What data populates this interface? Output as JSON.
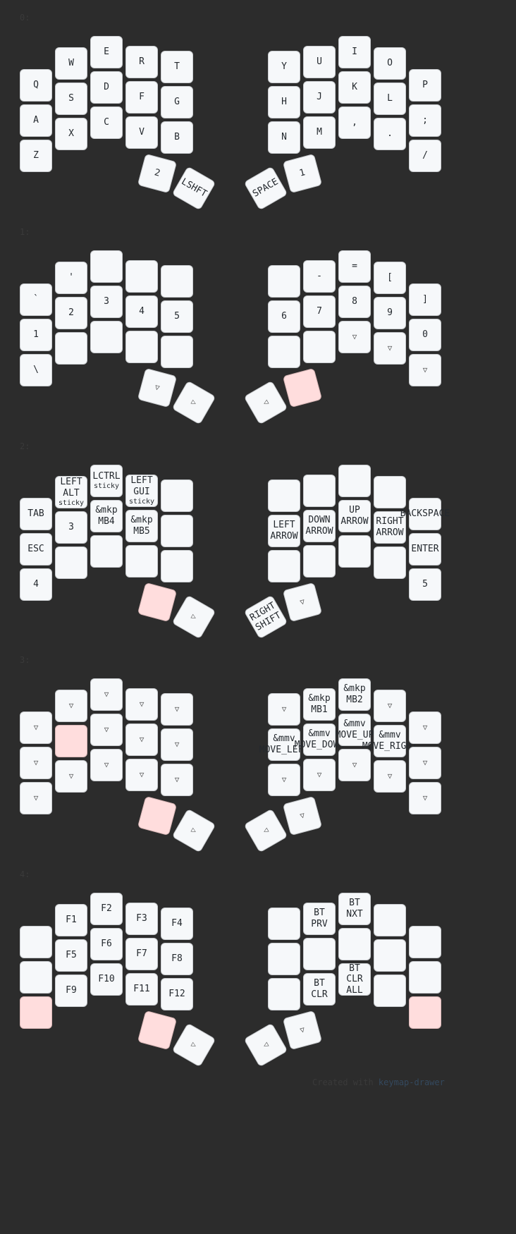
{
  "colors": {
    "background": "#2c2c2c",
    "key_fill": "#f6f8fa",
    "key_border": "#c9cccf",
    "held_fill": "#ffdddd",
    "text": "#24292e",
    "label": "#3a3a3a"
  },
  "layers": [
    {
      "label": "0:",
      "keys": [
        {
          "tap": "W"
        },
        {
          "tap": "E"
        },
        {
          "tap": "R"
        },
        {
          "tap": "T"
        },
        {
          "tap": "Q"
        },
        {
          "tap": "S"
        },
        {
          "tap": "D"
        },
        {
          "tap": "F"
        },
        {
          "tap": "G"
        },
        {
          "tap": "A"
        },
        {
          "tap": "X"
        },
        {
          "tap": "C"
        },
        {
          "tap": "V"
        },
        {
          "tap": "B"
        },
        {
          "tap": "Z"
        },
        {
          "tap": "2"
        },
        {
          "tap": "LSHFT"
        },
        {
          "tap": "Y"
        },
        {
          "tap": "U"
        },
        {
          "tap": "I"
        },
        {
          "tap": "O"
        },
        {
          "tap": "H"
        },
        {
          "tap": "J"
        },
        {
          "tap": "K"
        },
        {
          "tap": "L"
        },
        {
          "tap": "P"
        },
        {
          "tap": "N"
        },
        {
          "tap": "M"
        },
        {
          "tap": ","
        },
        {
          "tap": "."
        },
        {
          "tap": ";"
        },
        {
          "tap": "/"
        },
        {
          "tap": "SPACE"
        },
        {
          "tap": "1"
        }
      ]
    },
    {
      "label": "1:",
      "keys": [
        {
          "tap": "'"
        },
        {
          "tap": ""
        },
        {
          "tap": ""
        },
        {
          "tap": ""
        },
        {
          "tap": "`"
        },
        {
          "tap": "2"
        },
        {
          "tap": "3"
        },
        {
          "tap": "4"
        },
        {
          "tap": "5"
        },
        {
          "tap": "1"
        },
        {
          "tap": ""
        },
        {
          "tap": ""
        },
        {
          "tap": ""
        },
        {
          "tap": ""
        },
        {
          "tap": "\\"
        },
        {
          "tap": "▽",
          "tri": true
        },
        {
          "tap": "▷",
          "tri": true
        },
        {
          "tap": ""
        },
        {
          "tap": "-"
        },
        {
          "tap": "="
        },
        {
          "tap": "["
        },
        {
          "tap": "6"
        },
        {
          "tap": "7"
        },
        {
          "tap": "8"
        },
        {
          "tap": "9"
        },
        {
          "tap": "]"
        },
        {
          "tap": ""
        },
        {
          "tap": ""
        },
        {
          "tap": "▽",
          "tri": true
        },
        {
          "tap": "▽",
          "tri": true
        },
        {
          "tap": "0"
        },
        {
          "tap": "▽",
          "tri": true
        },
        {
          "tap": "◁",
          "tri": true
        },
        {
          "tap": "",
          "held": true
        }
      ]
    },
    {
      "label": "2:",
      "keys": [
        {
          "tap": "LEFT\nALT",
          "hold": "sticky"
        },
        {
          "tap": "LCTRL",
          "hold": "sticky"
        },
        {
          "tap": "LEFT\nGUI",
          "hold": "sticky"
        },
        {
          "tap": ""
        },
        {
          "tap": "TAB"
        },
        {
          "tap": "3"
        },
        {
          "tap": "&mkp\nMB4"
        },
        {
          "tap": "&mkp\nMB5"
        },
        {
          "tap": ""
        },
        {
          "tap": "ESC"
        },
        {
          "tap": ""
        },
        {
          "tap": ""
        },
        {
          "tap": ""
        },
        {
          "tap": ""
        },
        {
          "tap": "4"
        },
        {
          "tap": "",
          "held": true
        },
        {
          "tap": "▷",
          "tri": true
        },
        {
          "tap": ""
        },
        {
          "tap": ""
        },
        {
          "tap": ""
        },
        {
          "tap": ""
        },
        {
          "tap": "LEFT\nARROW"
        },
        {
          "tap": "DOWN\nARROW"
        },
        {
          "tap": "UP\nARROW"
        },
        {
          "tap": "RIGHT\nARROW"
        },
        {
          "tap": "BACKSPACE"
        },
        {
          "tap": ""
        },
        {
          "tap": ""
        },
        {
          "tap": ""
        },
        {
          "tap": ""
        },
        {
          "tap": "ENTER"
        },
        {
          "tap": "5"
        },
        {
          "tap": "RIGHT\nSHIFT"
        },
        {
          "tap": "▽",
          "tri": true
        }
      ]
    },
    {
      "label": "3:",
      "keys": [
        {
          "tap": "▽",
          "tri": true
        },
        {
          "tap": "▽",
          "tri": true
        },
        {
          "tap": "▽",
          "tri": true
        },
        {
          "tap": "▽",
          "tri": true
        },
        {
          "tap": "▽",
          "tri": true
        },
        {
          "tap": "",
          "held": true
        },
        {
          "tap": "▽",
          "tri": true
        },
        {
          "tap": "▽",
          "tri": true
        },
        {
          "tap": "▽",
          "tri": true
        },
        {
          "tap": "▽",
          "tri": true
        },
        {
          "tap": "▽",
          "tri": true
        },
        {
          "tap": "▽",
          "tri": true
        },
        {
          "tap": "▽",
          "tri": true
        },
        {
          "tap": "▽",
          "tri": true
        },
        {
          "tap": "▽",
          "tri": true
        },
        {
          "tap": "",
          "held": true
        },
        {
          "tap": "▷",
          "tri": true
        },
        {
          "tap": "▽",
          "tri": true
        },
        {
          "tap": "&mkp\nMB1"
        },
        {
          "tap": "&mkp\nMB2"
        },
        {
          "tap": "▽",
          "tri": true
        },
        {
          "tap": "&mmv\nMOVE_LEFT"
        },
        {
          "tap": "&mmv\nMOVE_DOWN"
        },
        {
          "tap": "&mmv\nMOVE_UP"
        },
        {
          "tap": "&mmv\nMOVE_RIGHT"
        },
        {
          "tap": "▽",
          "tri": true
        },
        {
          "tap": "▽",
          "tri": true
        },
        {
          "tap": "▽",
          "tri": true
        },
        {
          "tap": "▽",
          "tri": true
        },
        {
          "tap": "▽",
          "tri": true
        },
        {
          "tap": "▽",
          "tri": true
        },
        {
          "tap": "▽",
          "tri": true
        },
        {
          "tap": "◁",
          "tri": true
        },
        {
          "tap": "▽",
          "tri": true
        }
      ]
    },
    {
      "label": "4:",
      "keys": [
        {
          "tap": "F1"
        },
        {
          "tap": "F2"
        },
        {
          "tap": "F3"
        },
        {
          "tap": "F4"
        },
        {
          "tap": ""
        },
        {
          "tap": "F5"
        },
        {
          "tap": "F6"
        },
        {
          "tap": "F7"
        },
        {
          "tap": "F8"
        },
        {
          "tap": ""
        },
        {
          "tap": "F9"
        },
        {
          "tap": "F10"
        },
        {
          "tap": "F11"
        },
        {
          "tap": "F12"
        },
        {
          "tap": "",
          "held": true
        },
        {
          "tap": "",
          "held": true
        },
        {
          "tap": "▷",
          "tri": true
        },
        {
          "tap": ""
        },
        {
          "tap": "BT\nPRV"
        },
        {
          "tap": "BT\nNXT"
        },
        {
          "tap": ""
        },
        {
          "tap": ""
        },
        {
          "tap": ""
        },
        {
          "tap": ""
        },
        {
          "tap": ""
        },
        {
          "tap": ""
        },
        {
          "tap": ""
        },
        {
          "tap": "BT\nCLR"
        },
        {
          "tap": "BT\nCLR\nALL"
        },
        {
          "tap": ""
        },
        {
          "tap": ""
        },
        {
          "tap": "",
          "held": true
        },
        {
          "tap": "◁",
          "tri": true
        },
        {
          "tap": "▽",
          "tri": true
        }
      ]
    }
  ],
  "footer": {
    "prefix": "Created with ",
    "link": "keymap-drawer"
  }
}
